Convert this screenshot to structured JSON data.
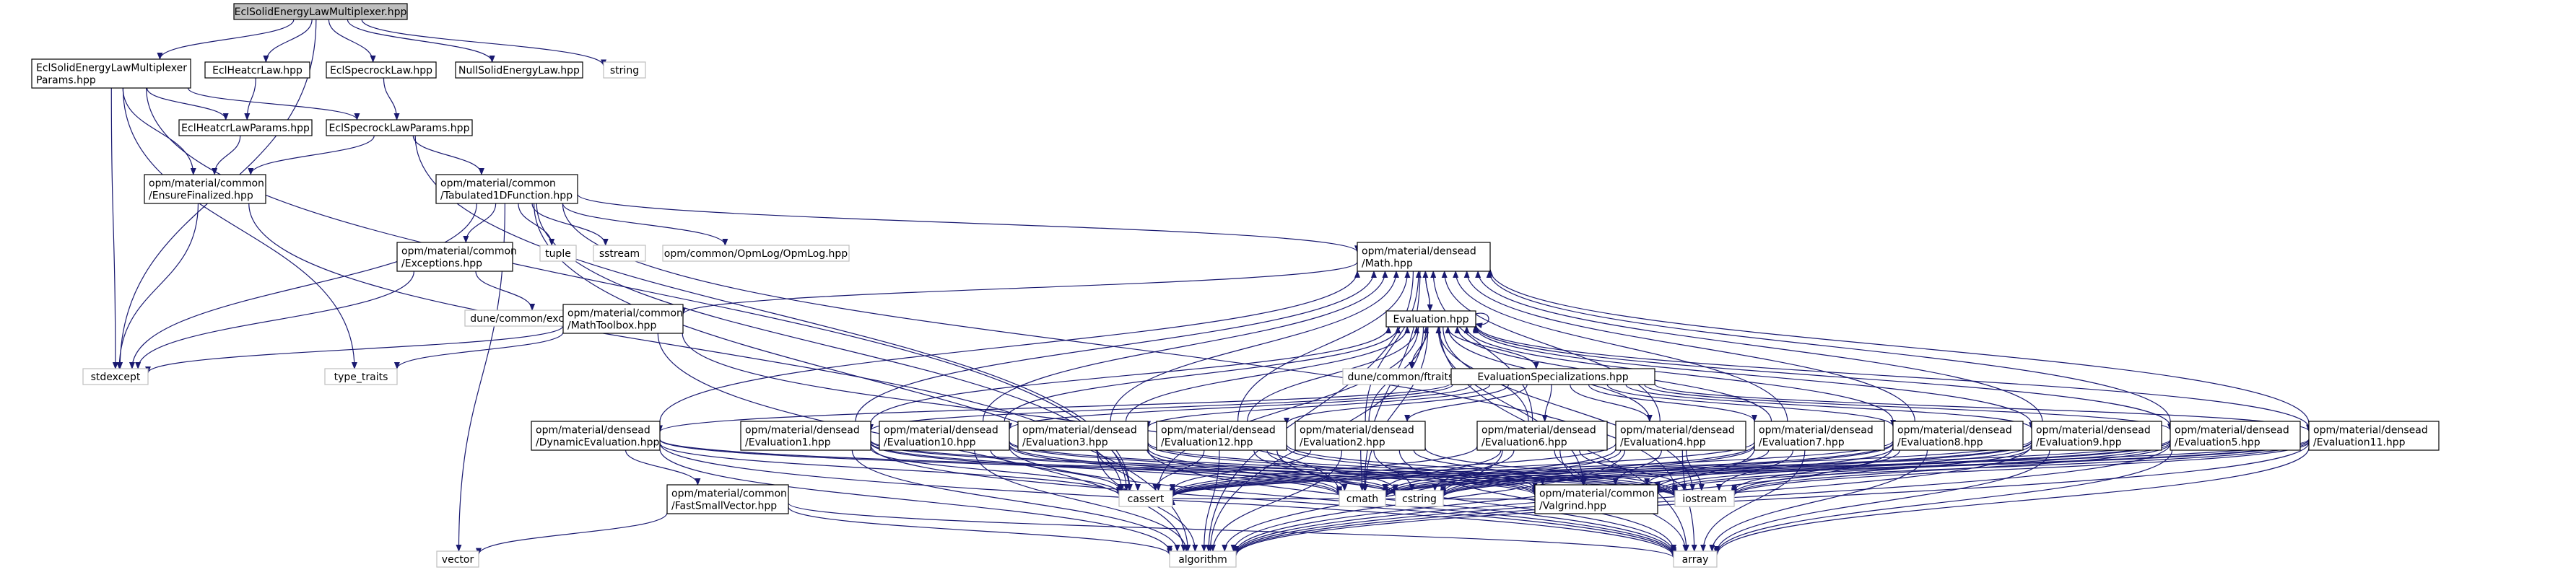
{
  "diagram": {
    "type": "include-dependency-graph",
    "colors": {
      "edge": "#191970",
      "root_fill": "#bfbfbf",
      "node_border": "#000000",
      "external_border": "#bfbfbf",
      "background": "#ffffff"
    },
    "nodes": [
      {
        "id": "root",
        "kind": "root",
        "lines": [
          "EclSolidEnergyLawMultiplexer.hpp"
        ]
      },
      {
        "id": "params",
        "kind": "internal",
        "lines": [
          "EclSolidEnergyLawMultiplexer",
          "Params.hpp"
        ]
      },
      {
        "id": "heatcr",
        "kind": "internal",
        "lines": [
          "EclHeatcrLaw.hpp"
        ]
      },
      {
        "id": "specrock",
        "kind": "internal",
        "lines": [
          "EclSpecrockLaw.hpp"
        ]
      },
      {
        "id": "nullsolid",
        "kind": "internal",
        "lines": [
          "NullSolidEnergyLaw.hpp"
        ]
      },
      {
        "id": "string",
        "kind": "external",
        "lines": [
          "string"
        ]
      },
      {
        "id": "heatcrparams",
        "kind": "internal",
        "lines": [
          "EclHeatcrLawParams.hpp"
        ]
      },
      {
        "id": "specrockparams",
        "kind": "internal",
        "lines": [
          "EclSpecrockLawParams.hpp"
        ]
      },
      {
        "id": "ensure",
        "kind": "internal",
        "lines": [
          "opm/material/common",
          "/EnsureFinalized.hpp"
        ]
      },
      {
        "id": "tab1d",
        "kind": "internal",
        "lines": [
          "opm/material/common",
          "/Tabulated1DFunction.hpp"
        ]
      },
      {
        "id": "exceptions",
        "kind": "internal",
        "lines": [
          "opm/material/common",
          "/Exceptions.hpp"
        ]
      },
      {
        "id": "tuple",
        "kind": "external",
        "lines": [
          "tuple"
        ]
      },
      {
        "id": "sstream",
        "kind": "external",
        "lines": [
          "sstream"
        ]
      },
      {
        "id": "opmlog",
        "kind": "external",
        "lines": [
          "opm/common/OpmLog/OpmLog.hpp"
        ]
      },
      {
        "id": "math",
        "kind": "internal",
        "lines": [
          "opm/material/densead",
          "/Math.hpp"
        ]
      },
      {
        "id": "duneexc",
        "kind": "external",
        "lines": [
          "dune/common/exceptions.hh"
        ]
      },
      {
        "id": "mathtoolbox",
        "kind": "internal",
        "lines": [
          "opm/material/common",
          "/MathToolbox.hpp"
        ]
      },
      {
        "id": "evaluation",
        "kind": "internal",
        "lines": [
          "Evaluation.hpp"
        ]
      },
      {
        "id": "stdexcept",
        "kind": "external",
        "lines": [
          "stdexcept"
        ]
      },
      {
        "id": "typetraits",
        "kind": "external",
        "lines": [
          "type_traits"
        ]
      },
      {
        "id": "ftraits",
        "kind": "external",
        "lines": [
          "dune/common/ftraits.hh"
        ]
      },
      {
        "id": "evalspec",
        "kind": "internal",
        "lines": [
          "EvaluationSpecializations.hpp"
        ]
      },
      {
        "id": "dyneval",
        "kind": "internal",
        "lines": [
          "opm/material/densead",
          "/DynamicEvaluation.hpp"
        ]
      },
      {
        "id": "eval1",
        "kind": "internal",
        "lines": [
          "opm/material/densead",
          "/Evaluation1.hpp"
        ]
      },
      {
        "id": "eval10",
        "kind": "internal",
        "lines": [
          "opm/material/densead",
          "/Evaluation10.hpp"
        ]
      },
      {
        "id": "eval3",
        "kind": "internal",
        "lines": [
          "opm/material/densead",
          "/Evaluation3.hpp"
        ]
      },
      {
        "id": "eval12",
        "kind": "internal",
        "lines": [
          "opm/material/densead",
          "/Evaluation12.hpp"
        ]
      },
      {
        "id": "eval2",
        "kind": "internal",
        "lines": [
          "opm/material/densead",
          "/Evaluation2.hpp"
        ]
      },
      {
        "id": "eval6",
        "kind": "internal",
        "lines": [
          "opm/material/densead",
          "/Evaluation6.hpp"
        ]
      },
      {
        "id": "eval4",
        "kind": "internal",
        "lines": [
          "opm/material/densead",
          "/Evaluation4.hpp"
        ]
      },
      {
        "id": "eval7",
        "kind": "internal",
        "lines": [
          "opm/material/densead",
          "/Evaluation7.hpp"
        ]
      },
      {
        "id": "eval8",
        "kind": "internal",
        "lines": [
          "opm/material/densead",
          "/Evaluation8.hpp"
        ]
      },
      {
        "id": "eval9",
        "kind": "internal",
        "lines": [
          "opm/material/densead",
          "/Evaluation9.hpp"
        ]
      },
      {
        "id": "eval5",
        "kind": "internal",
        "lines": [
          "opm/material/densead",
          "/Evaluation5.hpp"
        ]
      },
      {
        "id": "eval11",
        "kind": "internal",
        "lines": [
          "opm/material/densead",
          "/Evaluation11.hpp"
        ]
      },
      {
        "id": "cassert",
        "kind": "external",
        "lines": [
          "cassert"
        ]
      },
      {
        "id": "cmath",
        "kind": "external",
        "lines": [
          "cmath"
        ]
      },
      {
        "id": "cstring",
        "kind": "external",
        "lines": [
          "cstring"
        ]
      },
      {
        "id": "valgrind",
        "kind": "internal",
        "lines": [
          "opm/material/common",
          "/Valgrind.hpp"
        ]
      },
      {
        "id": "iostream",
        "kind": "external",
        "lines": [
          "iostream"
        ]
      },
      {
        "id": "fastsmall",
        "kind": "internal",
        "lines": [
          "opm/material/common",
          "/FastSmallVector.hpp"
        ]
      },
      {
        "id": "vector",
        "kind": "external",
        "lines": [
          "vector"
        ]
      },
      {
        "id": "algorithm",
        "kind": "external",
        "lines": [
          "algorithm"
        ]
      },
      {
        "id": "array",
        "kind": "external",
        "lines": [
          "array"
        ]
      }
    ],
    "edges": [
      [
        "root",
        "params"
      ],
      [
        "root",
        "heatcr"
      ],
      [
        "root",
        "specrock"
      ],
      [
        "root",
        "nullsolid"
      ],
      [
        "root",
        "string"
      ],
      [
        "root",
        "stdexcept"
      ],
      [
        "params",
        "heatcrparams"
      ],
      [
        "params",
        "specrockparams"
      ],
      [
        "params",
        "ensure"
      ],
      [
        "params",
        "stdexcept"
      ],
      [
        "params",
        "typetraits"
      ],
      [
        "params",
        "cassert"
      ],
      [
        "heatcr",
        "heatcrparams"
      ],
      [
        "specrock",
        "specrockparams"
      ],
      [
        "heatcrparams",
        "ensure"
      ],
      [
        "specrockparams",
        "ensure"
      ],
      [
        "specrockparams",
        "tab1d"
      ],
      [
        "specrockparams",
        "cassert"
      ],
      [
        "ensure",
        "stdexcept"
      ],
      [
        "ensure",
        "cassert"
      ],
      [
        "tab1d",
        "exceptions"
      ],
      [
        "tab1d",
        "tuple"
      ],
      [
        "tab1d",
        "sstream"
      ],
      [
        "tab1d",
        "opmlog"
      ],
      [
        "tab1d",
        "math"
      ],
      [
        "tab1d",
        "cassert"
      ],
      [
        "tab1d",
        "algorithm"
      ],
      [
        "tab1d",
        "vector"
      ],
      [
        "tab1d",
        "iostream"
      ],
      [
        "tab1d",
        "stdexcept"
      ],
      [
        "exceptions",
        "duneexc"
      ],
      [
        "exceptions",
        "stdexcept"
      ],
      [
        "math",
        "evaluation"
      ],
      [
        "math",
        "mathtoolbox"
      ],
      [
        "math",
        "cmath"
      ],
      [
        "math",
        "algorithm"
      ],
      [
        "mathtoolbox",
        "stdexcept"
      ],
      [
        "mathtoolbox",
        "typetraits"
      ],
      [
        "mathtoolbox",
        "algorithm"
      ],
      [
        "mathtoolbox",
        "cmath"
      ],
      [
        "evaluation",
        "math"
      ],
      [
        "evaluation",
        "evaluation"
      ],
      [
        "evaluation",
        "ftraits"
      ],
      [
        "evaluation",
        "evalspec"
      ],
      [
        "evaluation",
        "valgrind"
      ],
      [
        "evaluation",
        "cassert"
      ],
      [
        "evaluation",
        "iostream"
      ],
      [
        "evaluation",
        "array"
      ],
      [
        "evaluation",
        "algorithm"
      ],
      [
        "evaluation",
        "cmath"
      ],
      [
        "evalspec",
        "dyneval"
      ],
      [
        "evalspec",
        "eval1"
      ],
      [
        "evalspec",
        "eval10"
      ],
      [
        "evalspec",
        "eval3"
      ],
      [
        "evalspec",
        "eval12"
      ],
      [
        "evalspec",
        "eval2"
      ],
      [
        "evalspec",
        "eval6"
      ],
      [
        "evalspec",
        "eval4"
      ],
      [
        "evalspec",
        "eval7"
      ],
      [
        "evalspec",
        "eval8"
      ],
      [
        "evalspec",
        "eval9"
      ],
      [
        "evalspec",
        "eval5"
      ],
      [
        "evalspec",
        "eval11"
      ],
      [
        "dyneval",
        "fastsmall"
      ],
      [
        "dyneval",
        "math"
      ],
      [
        "dyneval",
        "valgrind"
      ],
      [
        "dyneval",
        "cassert"
      ],
      [
        "dyneval",
        "iostream"
      ],
      [
        "dyneval",
        "algorithm"
      ],
      [
        "dyneval",
        "array"
      ],
      [
        "fastsmall",
        "vector"
      ],
      [
        "fastsmall",
        "array"
      ],
      [
        "fastsmall",
        "algorithm"
      ],
      [
        "eval1",
        "evaluation"
      ],
      [
        "eval1",
        "math"
      ],
      [
        "eval1",
        "valgrind"
      ],
      [
        "eval1",
        "cassert"
      ],
      [
        "eval1",
        "cmath"
      ],
      [
        "eval1",
        "cstring"
      ],
      [
        "eval1",
        "iostream"
      ],
      [
        "eval1",
        "array"
      ],
      [
        "eval1",
        "algorithm"
      ],
      [
        "eval10",
        "evaluation"
      ],
      [
        "eval10",
        "math"
      ],
      [
        "eval10",
        "valgrind"
      ],
      [
        "eval10",
        "cassert"
      ],
      [
        "eval10",
        "cmath"
      ],
      [
        "eval10",
        "cstring"
      ],
      [
        "eval10",
        "iostream"
      ],
      [
        "eval10",
        "array"
      ],
      [
        "eval10",
        "algorithm"
      ],
      [
        "eval3",
        "evaluation"
      ],
      [
        "eval3",
        "math"
      ],
      [
        "eval3",
        "valgrind"
      ],
      [
        "eval3",
        "cassert"
      ],
      [
        "eval3",
        "cmath"
      ],
      [
        "eval3",
        "cstring"
      ],
      [
        "eval3",
        "iostream"
      ],
      [
        "eval3",
        "array"
      ],
      [
        "eval3",
        "algorithm"
      ],
      [
        "eval12",
        "evaluation"
      ],
      [
        "eval12",
        "math"
      ],
      [
        "eval12",
        "valgrind"
      ],
      [
        "eval12",
        "cassert"
      ],
      [
        "eval12",
        "cmath"
      ],
      [
        "eval12",
        "cstring"
      ],
      [
        "eval12",
        "iostream"
      ],
      [
        "eval12",
        "array"
      ],
      [
        "eval12",
        "algorithm"
      ],
      [
        "eval2",
        "evaluation"
      ],
      [
        "eval2",
        "math"
      ],
      [
        "eval2",
        "valgrind"
      ],
      [
        "eval2",
        "cassert"
      ],
      [
        "eval2",
        "cmath"
      ],
      [
        "eval2",
        "cstring"
      ],
      [
        "eval2",
        "iostream"
      ],
      [
        "eval2",
        "array"
      ],
      [
        "eval2",
        "algorithm"
      ],
      [
        "eval6",
        "evaluation"
      ],
      [
        "eval6",
        "math"
      ],
      [
        "eval6",
        "valgrind"
      ],
      [
        "eval6",
        "cassert"
      ],
      [
        "eval6",
        "cmath"
      ],
      [
        "eval6",
        "cstring"
      ],
      [
        "eval6",
        "iostream"
      ],
      [
        "eval6",
        "array"
      ],
      [
        "eval6",
        "algorithm"
      ],
      [
        "eval4",
        "evaluation"
      ],
      [
        "eval4",
        "math"
      ],
      [
        "eval4",
        "valgrind"
      ],
      [
        "eval4",
        "cassert"
      ],
      [
        "eval4",
        "cmath"
      ],
      [
        "eval4",
        "cstring"
      ],
      [
        "eval4",
        "iostream"
      ],
      [
        "eval4",
        "array"
      ],
      [
        "eval4",
        "algorithm"
      ],
      [
        "eval7",
        "evaluation"
      ],
      [
        "eval7",
        "math"
      ],
      [
        "eval7",
        "valgrind"
      ],
      [
        "eval7",
        "cassert"
      ],
      [
        "eval7",
        "cmath"
      ],
      [
        "eval7",
        "cstring"
      ],
      [
        "eval7",
        "iostream"
      ],
      [
        "eval7",
        "array"
      ],
      [
        "eval7",
        "algorithm"
      ],
      [
        "eval8",
        "evaluation"
      ],
      [
        "eval8",
        "math"
      ],
      [
        "eval8",
        "valgrind"
      ],
      [
        "eval8",
        "cassert"
      ],
      [
        "eval8",
        "cmath"
      ],
      [
        "eval8",
        "cstring"
      ],
      [
        "eval8",
        "iostream"
      ],
      [
        "eval8",
        "array"
      ],
      [
        "eval8",
        "algorithm"
      ],
      [
        "eval9",
        "evaluation"
      ],
      [
        "eval9",
        "math"
      ],
      [
        "eval9",
        "valgrind"
      ],
      [
        "eval9",
        "cassert"
      ],
      [
        "eval9",
        "cmath"
      ],
      [
        "eval9",
        "cstring"
      ],
      [
        "eval9",
        "iostream"
      ],
      [
        "eval9",
        "array"
      ],
      [
        "eval9",
        "algorithm"
      ],
      [
        "eval5",
        "evaluation"
      ],
      [
        "eval5",
        "math"
      ],
      [
        "eval5",
        "valgrind"
      ],
      [
        "eval5",
        "cassert"
      ],
      [
        "eval5",
        "cmath"
      ],
      [
        "eval5",
        "cstring"
      ],
      [
        "eval5",
        "iostream"
      ],
      [
        "eval5",
        "array"
      ],
      [
        "eval5",
        "algorithm"
      ],
      [
        "eval11",
        "evaluation"
      ],
      [
        "eval11",
        "math"
      ],
      [
        "eval11",
        "valgrind"
      ],
      [
        "eval11",
        "cassert"
      ],
      [
        "eval11",
        "cmath"
      ],
      [
        "eval11",
        "cstring"
      ],
      [
        "eval11",
        "iostream"
      ],
      [
        "eval11",
        "array"
      ],
      [
        "eval11",
        "algorithm"
      ],
      [
        "valgrind",
        "cassert"
      ]
    ]
  }
}
